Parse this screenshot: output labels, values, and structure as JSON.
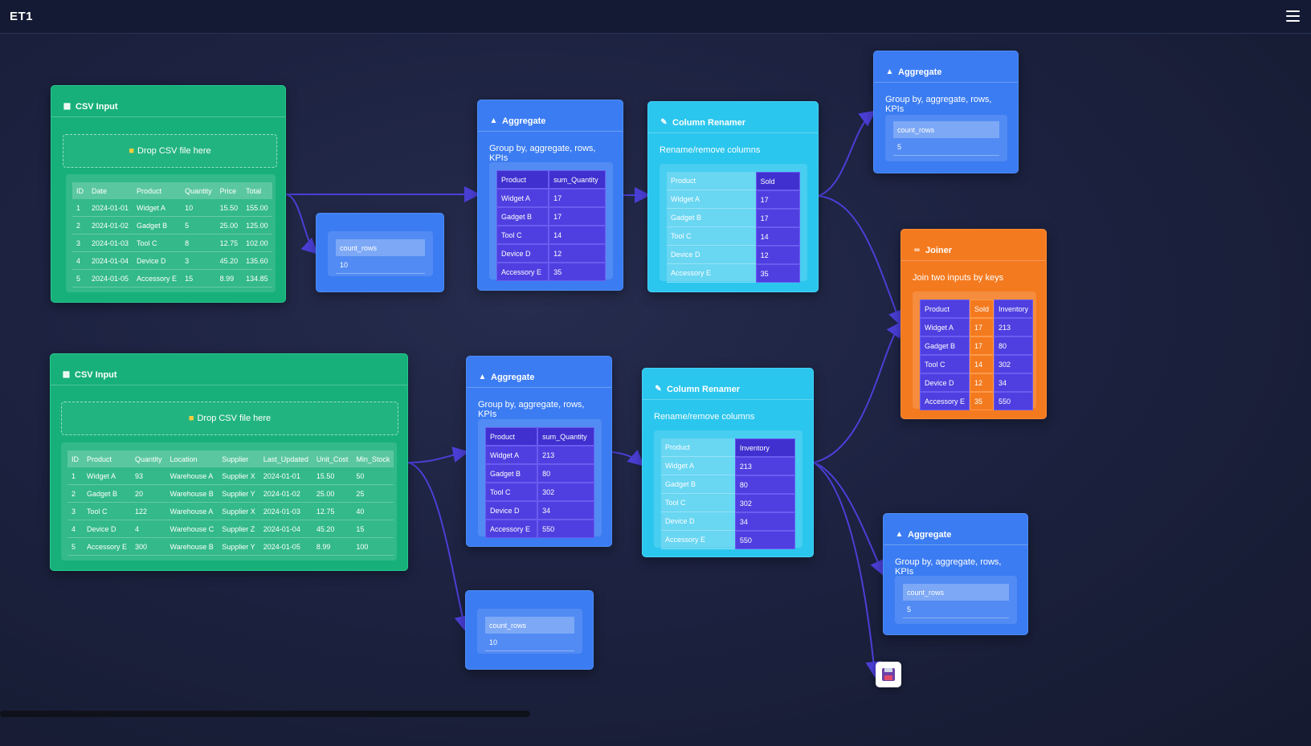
{
  "app": {
    "title": "ET1"
  },
  "csv1": {
    "title": "CSV Input",
    "dropzone": "Drop CSV file here",
    "columns": [
      "ID",
      "Date",
      "Product",
      "Quantity",
      "Price",
      "Total"
    ],
    "rows": [
      [
        "1",
        "2024-01-01",
        "Widget A",
        "10",
        "15.50",
        "155.00"
      ],
      [
        "2",
        "2024-01-02",
        "Gadget B",
        "5",
        "25.00",
        "125.00"
      ],
      [
        "3",
        "2024-01-03",
        "Tool C",
        "8",
        "12.75",
        "102.00"
      ],
      [
        "4",
        "2024-01-04",
        "Device D",
        "3",
        "45.20",
        "135.60"
      ],
      [
        "5",
        "2024-01-05",
        "Accessory E",
        "15",
        "8.99",
        "134.85"
      ]
    ]
  },
  "csv2": {
    "title": "CSV Input",
    "dropzone": "Drop CSV file here",
    "columns": [
      "ID",
      "Product",
      "Quantity",
      "Location",
      "Supplier",
      "Last_Updated",
      "Unit_Cost",
      "Min_Stock"
    ],
    "rows": [
      [
        "1",
        "Widget A",
        "93",
        "Warehouse A",
        "Supplier X",
        "2024-01-01",
        "15.50",
        "50"
      ],
      [
        "2",
        "Gadget B",
        "20",
        "Warehouse B",
        "Supplier Y",
        "2024-01-02",
        "25.00",
        "25"
      ],
      [
        "3",
        "Tool C",
        "122",
        "Warehouse A",
        "Supplier X",
        "2024-01-03",
        "12.75",
        "40"
      ],
      [
        "4",
        "Device D",
        "4",
        "Warehouse C",
        "Supplier Z",
        "2024-01-04",
        "45.20",
        "15"
      ],
      [
        "5",
        "Accessory E",
        "300",
        "Warehouse B",
        "Supplier Y",
        "2024-01-05",
        "8.99",
        "100"
      ]
    ]
  },
  "count1": {
    "header": "count_rows",
    "value": "10"
  },
  "count2": {
    "header": "count_rows",
    "value": "10"
  },
  "agg1": {
    "title": "Aggregate",
    "desc": "Group by, aggregate, rows, KPIs",
    "columns": [
      "Product",
      "sum_Quantity"
    ],
    "rows": [
      [
        "Widget A",
        "17"
      ],
      [
        "Gadget B",
        "17"
      ],
      [
        "Tool C",
        "14"
      ],
      [
        "Device D",
        "12"
      ],
      [
        "Accessory E",
        "35"
      ]
    ]
  },
  "agg2": {
    "title": "Aggregate",
    "desc": "Group by, aggregate, rows, KPIs",
    "columns": [
      "Product",
      "sum_Quantity"
    ],
    "rows": [
      [
        "Widget A",
        "213"
      ],
      [
        "Gadget B",
        "80"
      ],
      [
        "Tool C",
        "302"
      ],
      [
        "Device D",
        "34"
      ],
      [
        "Accessory E",
        "550"
      ]
    ]
  },
  "renamer1": {
    "title": "Column Renamer",
    "desc": "Rename/remove columns",
    "columns": [
      "Product",
      "Sold"
    ],
    "rows": [
      [
        "Widget A",
        "17"
      ],
      [
        "Gadget B",
        "17"
      ],
      [
        "Tool C",
        "14"
      ],
      [
        "Device D",
        "12"
      ],
      [
        "Accessory E",
        "35"
      ]
    ]
  },
  "renamer2": {
    "title": "Column Renamer",
    "desc": "Rename/remove columns",
    "columns": [
      "Product",
      "Inventory"
    ],
    "rows": [
      [
        "Widget A",
        "213"
      ],
      [
        "Gadget B",
        "80"
      ],
      [
        "Tool C",
        "302"
      ],
      [
        "Device D",
        "34"
      ],
      [
        "Accessory E",
        "550"
      ]
    ]
  },
  "agg_top": {
    "title": "Aggregate",
    "desc": "Group by, aggregate, rows, KPIs",
    "header": "count_rows",
    "value": "5"
  },
  "agg_bottom": {
    "title": "Aggregate",
    "desc": "Group by, aggregate, rows, KPIs",
    "header": "count_rows",
    "value": "5"
  },
  "joiner": {
    "title": "Joiner",
    "desc": "Join two inputs by keys",
    "columns": [
      "Product",
      "Sold",
      "Inventory"
    ],
    "rows": [
      [
        "Widget A",
        "17",
        "213"
      ],
      [
        "Gadget B",
        "17",
        "80"
      ],
      [
        "Tool C",
        "14",
        "302"
      ],
      [
        "Device D",
        "12",
        "34"
      ],
      [
        "Accessory E",
        "35",
        "550"
      ]
    ]
  },
  "icons": {
    "csv": "chart-icon",
    "aggregate": "trend-chart-icon",
    "renamer": "pencil-icon",
    "joiner": "link-icon",
    "folder": "folder-icon",
    "save": "floppy-disk-icon",
    "menu": "hamburger-icon"
  },
  "colors": {
    "csv_node": "#17b07a",
    "aggregate_node": "#3b7cf2",
    "renamer_node": "#2bc6ee",
    "joiner_node": "#f47a1f",
    "edge": "#4a3fd6",
    "table_cell": "#4f3fe0"
  }
}
